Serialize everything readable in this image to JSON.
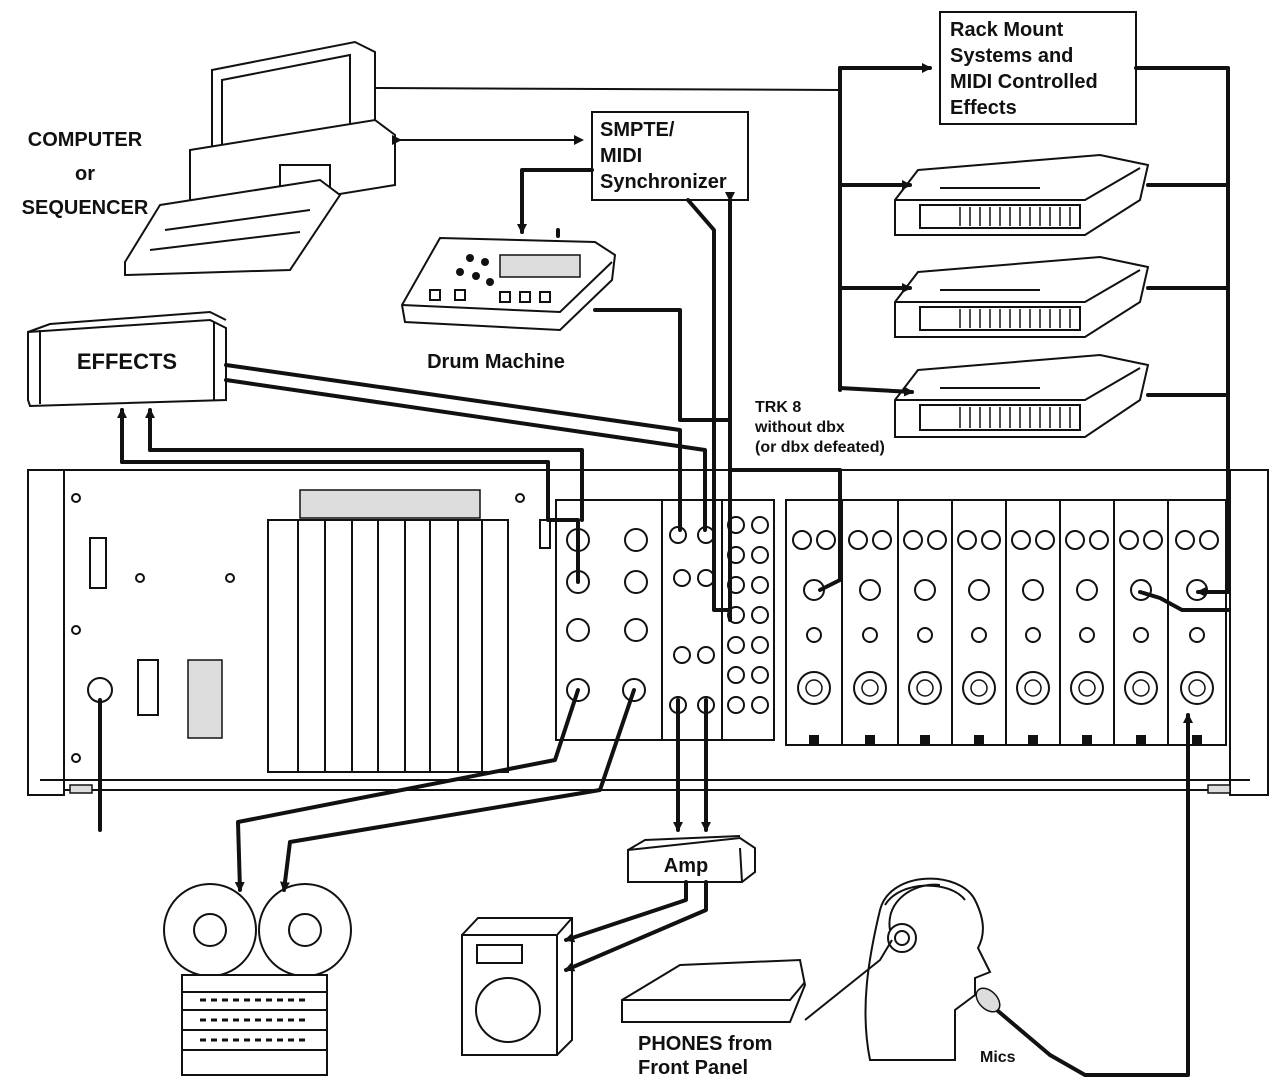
{
  "labels": {
    "computer": [
      "COMPUTER",
      "or",
      "SEQUENCER"
    ],
    "smpte": [
      "SMPTE/",
      "MIDI",
      "Synchronizer"
    ],
    "rack": [
      "Rack Mount",
      "Systems and",
      "MIDI Controlled",
      "Effects"
    ],
    "drum": "Drum Machine",
    "effects": "EFFECTS",
    "trk": [
      "TRK 8",
      "without dbx",
      "(or dbx defeated)"
    ],
    "amp": "Amp",
    "phones": [
      "PHONES from",
      "Front Panel"
    ],
    "mics": "Mics"
  },
  "colors": {
    "ink": "#111111",
    "paper": "#ffffff"
  }
}
